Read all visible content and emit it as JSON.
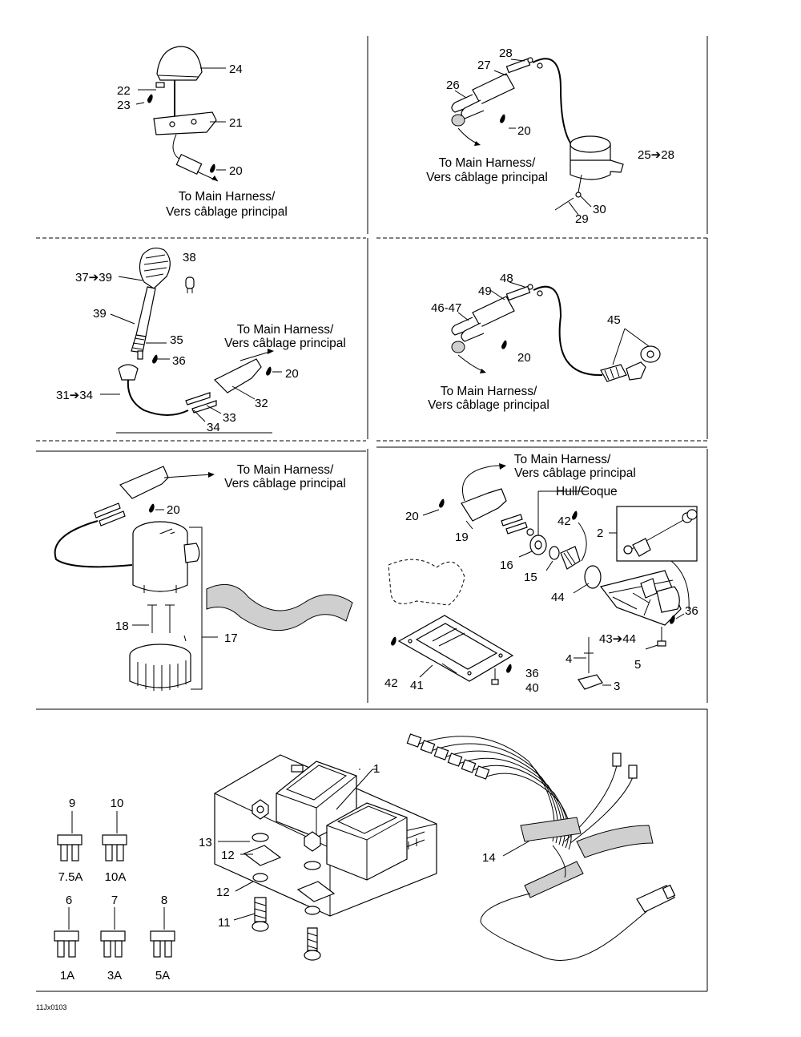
{
  "harness_text": {
    "en": "To Main Harness/",
    "fr": "Vers câblage principal"
  },
  "hull_text": "Hull/Coque",
  "doc_code": "11Jx0103",
  "callouts": {
    "p1": [
      "24",
      "22",
      "23",
      "21",
      "20"
    ],
    "p2": [
      "28",
      "27",
      "26",
      "20",
      "25➔28",
      "30",
      "29"
    ],
    "p3": [
      "38",
      "37➔39",
      "39",
      "35",
      "36",
      "20",
      "31➔34",
      "32",
      "33",
      "34"
    ],
    "p4": [
      "48",
      "49",
      "46-47",
      "45",
      "20"
    ],
    "p5": [
      "20",
      "18",
      "17"
    ],
    "p6": [
      "20",
      "19",
      "2",
      "42",
      "16",
      "15",
      "44",
      "36",
      "43➔44",
      "4",
      "5",
      "3",
      "36",
      "40",
      "42",
      "41"
    ],
    "p7": [
      "1",
      "13",
      "12",
      "12",
      "11",
      "14"
    ]
  },
  "fuses": [
    {
      "number": "9",
      "rating": "7.5A"
    },
    {
      "number": "10",
      "rating": "10A"
    },
    {
      "number": "6",
      "rating": "1A"
    },
    {
      "number": "7",
      "rating": "3A"
    },
    {
      "number": "8",
      "rating": "5A"
    }
  ]
}
